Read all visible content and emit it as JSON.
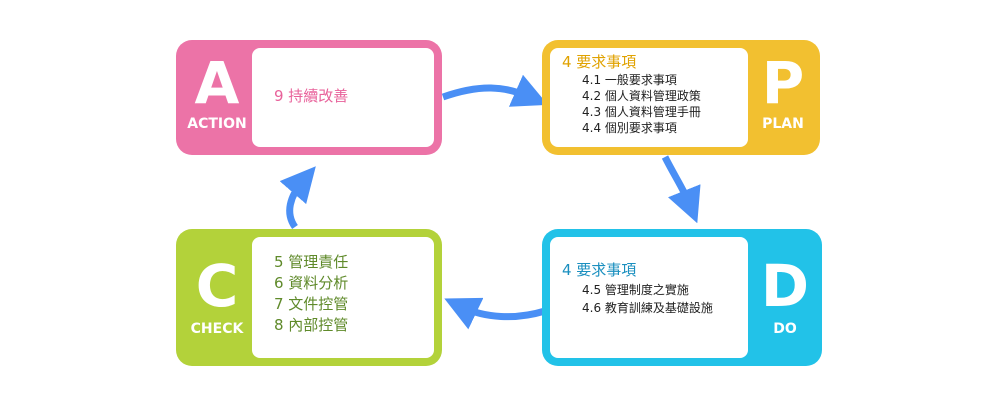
{
  "colors": {
    "action": "#ec73a7",
    "plan": "#f2c030",
    "do": "#22c2e8",
    "check": "#b3d23a",
    "arrow": "#4a8ff5",
    "action_text": "#e8619a",
    "plan_text": "#e0a200",
    "do_text": "#1a8fbf",
    "check_text": "#5f8a2a"
  },
  "action": {
    "letter": "A",
    "word": "ACTION",
    "items": [
      "9 持續改善"
    ]
  },
  "plan": {
    "letter": "P",
    "word": "PLAN",
    "heading": "4 要求事項",
    "subitems": [
      "4.1 一般要求事項",
      "4.2 個人資料管理政策",
      "4.3 個人資料管理手冊",
      "4.4 個別要求事項"
    ]
  },
  "do": {
    "letter": "D",
    "word": "DO",
    "heading": "4 要求事項",
    "subitems": [
      "4.5 管理制度之實施",
      "4.6 教育訓練及基礎設施"
    ]
  },
  "check": {
    "letter": "C",
    "word": "CHECK",
    "items": [
      "5 管理責任",
      "6 資料分析",
      "7 文件控管",
      "8 內部控管"
    ]
  }
}
